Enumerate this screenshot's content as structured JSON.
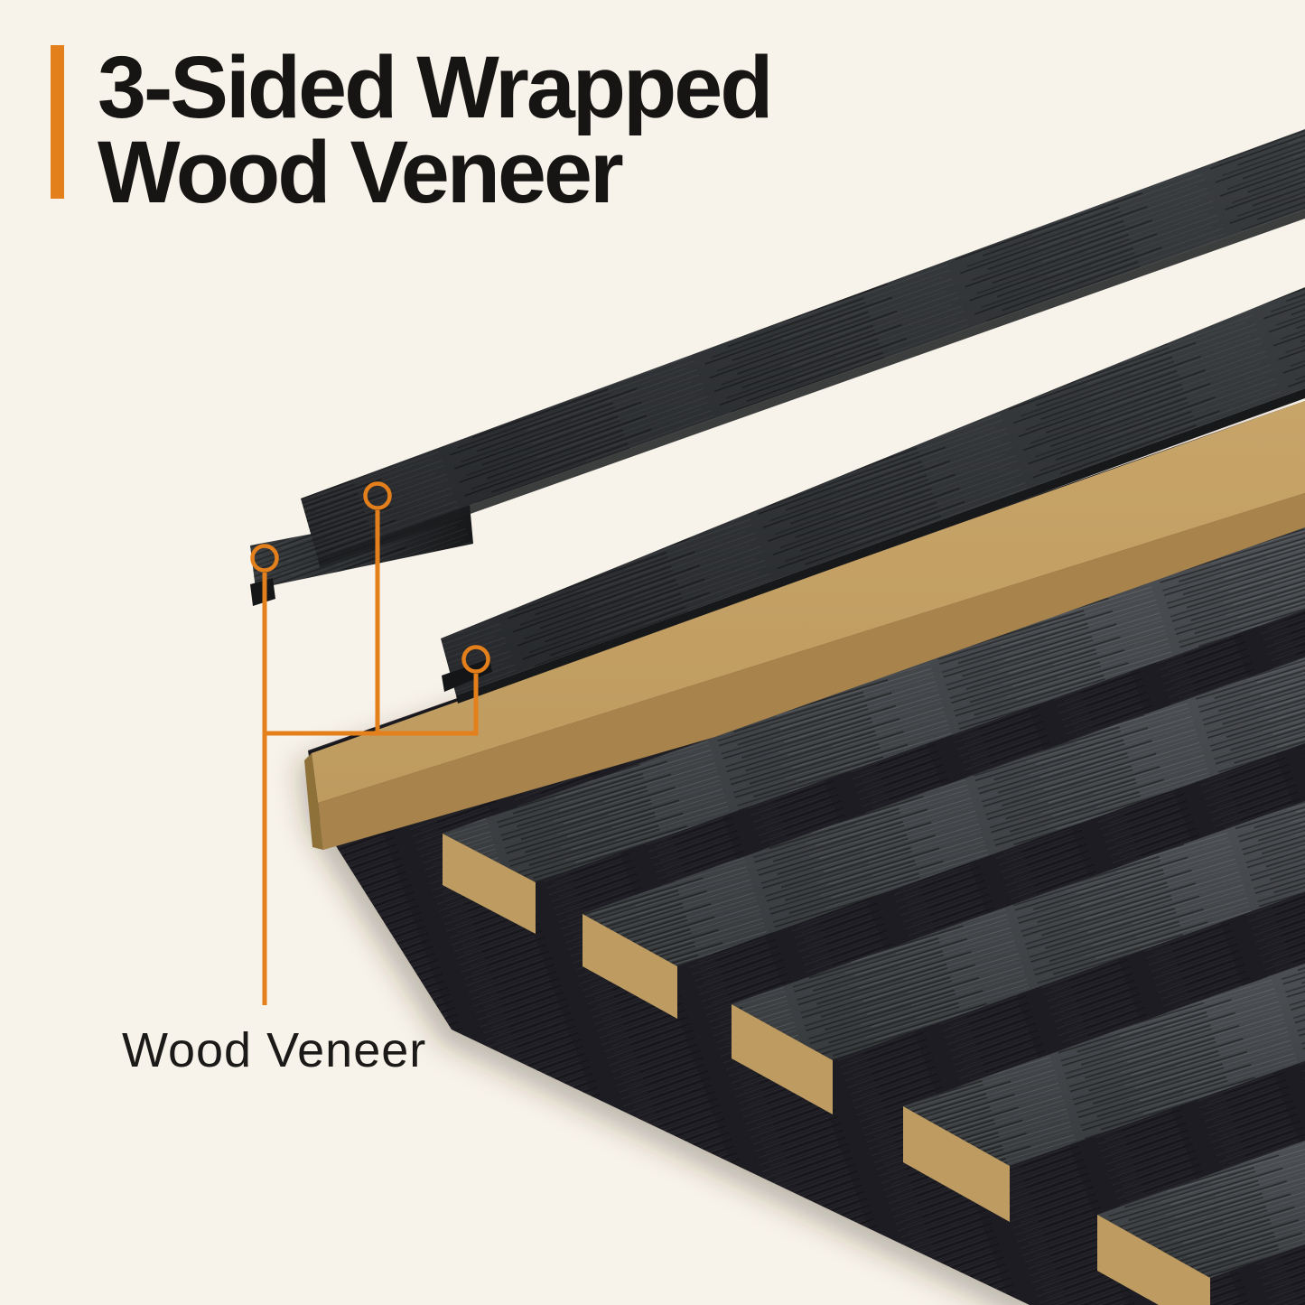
{
  "page": {
    "background_color": "#F8F3EA"
  },
  "header": {
    "accent_color": "#E4801B",
    "title_line1": "3-Sided Wrapped",
    "title_line2": "Wood Veneer",
    "title_color": "#171513"
  },
  "callout": {
    "label": "Wood Veneer",
    "label_color": "#1C1A18",
    "line_color": "#E4801B",
    "marker_count": 3,
    "markers": [
      "side-veneer-strip-left",
      "top-veneer-strip",
      "side-veneer-strip-right"
    ]
  },
  "materials": {
    "veneer_strip_color": "#2E3134",
    "slat_face_color": "#44474B",
    "felt_backing_color": "#1D1F21",
    "mdf_core_top_color": "#C3A064",
    "mdf_core_front_color": "#A8834B",
    "mdf_end_cap_color": "#BD9B61",
    "mdf_end_edge_color": "#8E7039"
  }
}
